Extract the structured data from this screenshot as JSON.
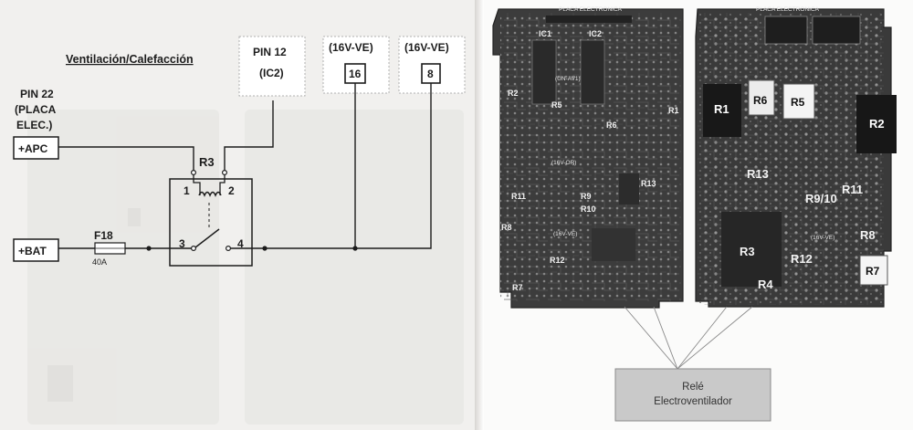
{
  "schematic": {
    "title": "Ventilación/Calefacción",
    "source_pin": {
      "line1": "PIN 22",
      "line2": "(PLACA",
      "line3": "ELEC.)"
    },
    "apc_label": "+APC",
    "bat_label": "+BAT",
    "relay_label": "R3",
    "relay_pins": {
      "p1": "1",
      "p2": "2",
      "p3": "3",
      "p4": "4"
    },
    "fuse_label": "F18",
    "fuse_rating": "40A",
    "pin12": {
      "line1": "PIN 12",
      "line2": "(IC2)"
    },
    "out16": {
      "header": "(16V-VE)",
      "pin": "16"
    },
    "out8": {
      "header": "(16V-VE)",
      "pin": "8"
    }
  },
  "boards": {
    "left": {
      "header": "PLACA ELECTRONICA",
      "ic1": "IC1",
      "ic2": "IC2",
      "connector_a": "(UN-AV1)",
      "connector_b": "(16V-OR)",
      "connector_c": "(16V-VE)",
      "resistors": [
        "R2",
        "R5",
        "R6",
        "R11",
        "R8",
        "R7",
        "R9",
        "R10",
        "R13",
        "R12",
        "R1"
      ]
    },
    "right": {
      "header": "PLACA ELECTRONICA",
      "connector_c": "(16V-VE)",
      "resistors": {
        "r1": "R1",
        "r6": "R6",
        "r5": "R5",
        "r2": "R2",
        "r13": "R13",
        "r9_10": "R9/10",
        "r11": "R11",
        "r3": "R3",
        "r8": "R8",
        "r12": "R12",
        "r7": "R7",
        "r4": "R4"
      }
    }
  },
  "relay_callout": {
    "line1": "Relé",
    "line2": "Electroventilador"
  },
  "colors": {
    "ink": "#1c1c1c",
    "pcb_dark": "#3c3c3c",
    "relay_box": "#c9c9c9"
  }
}
